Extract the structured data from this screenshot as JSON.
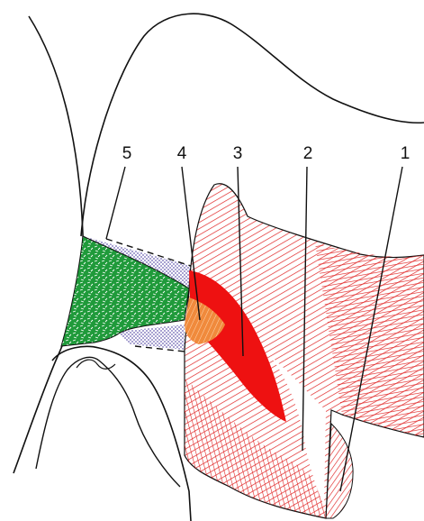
{
  "labels": [
    "5",
    "4",
    "3",
    "2",
    "1"
  ],
  "colors": {
    "outline": "#111111",
    "muscle_red": "#e02424",
    "muscle_bright": "#ee1111",
    "orange": "#f08a3c",
    "green": "#1f9a3a",
    "purple_dots": "#6a5fb0"
  }
}
